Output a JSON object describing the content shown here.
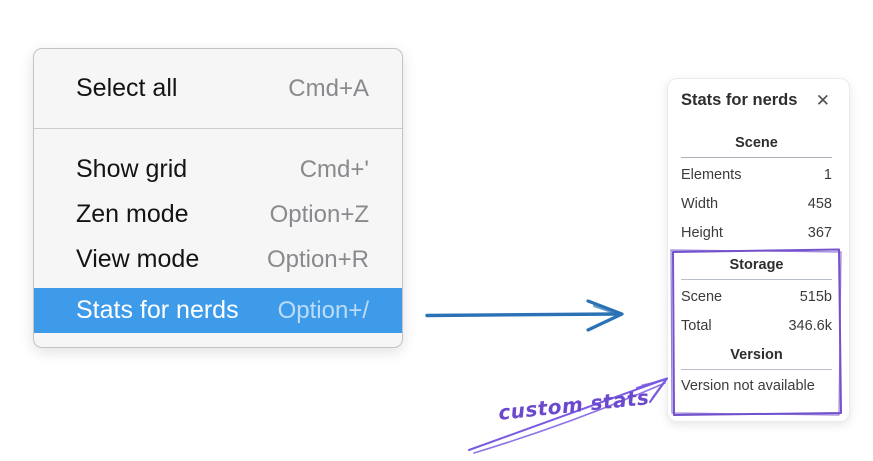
{
  "menu": {
    "items": [
      {
        "label": "Select all",
        "shortcut": "Cmd+A",
        "highlighted": false
      },
      {
        "label": "Show grid",
        "shortcut": "Cmd+'",
        "highlighted": false
      },
      {
        "label": "Zen mode",
        "shortcut": "Option+Z",
        "highlighted": false
      },
      {
        "label": "View mode",
        "shortcut": "Option+R",
        "highlighted": false
      },
      {
        "label": "Stats for nerds",
        "shortcut": "Option+/",
        "highlighted": true
      }
    ],
    "highlight_color": "#3e9bea"
  },
  "stats_panel": {
    "title": "Stats for nerds",
    "close_icon": "✕",
    "sections": [
      {
        "heading": "Scene",
        "rows": [
          [
            "Elements",
            "1"
          ],
          [
            "Width",
            "458"
          ],
          [
            "Height",
            "367"
          ]
        ]
      },
      {
        "heading": "Storage",
        "rows": [
          [
            "Scene",
            "515b"
          ],
          [
            "Total",
            "346.6k"
          ]
        ]
      },
      {
        "heading": "Version",
        "rows": [],
        "note": "Version not available"
      }
    ]
  },
  "annotation": {
    "label": "custom stats",
    "color": "#6b49cf"
  },
  "flow_arrow_color": "#2a72b5"
}
